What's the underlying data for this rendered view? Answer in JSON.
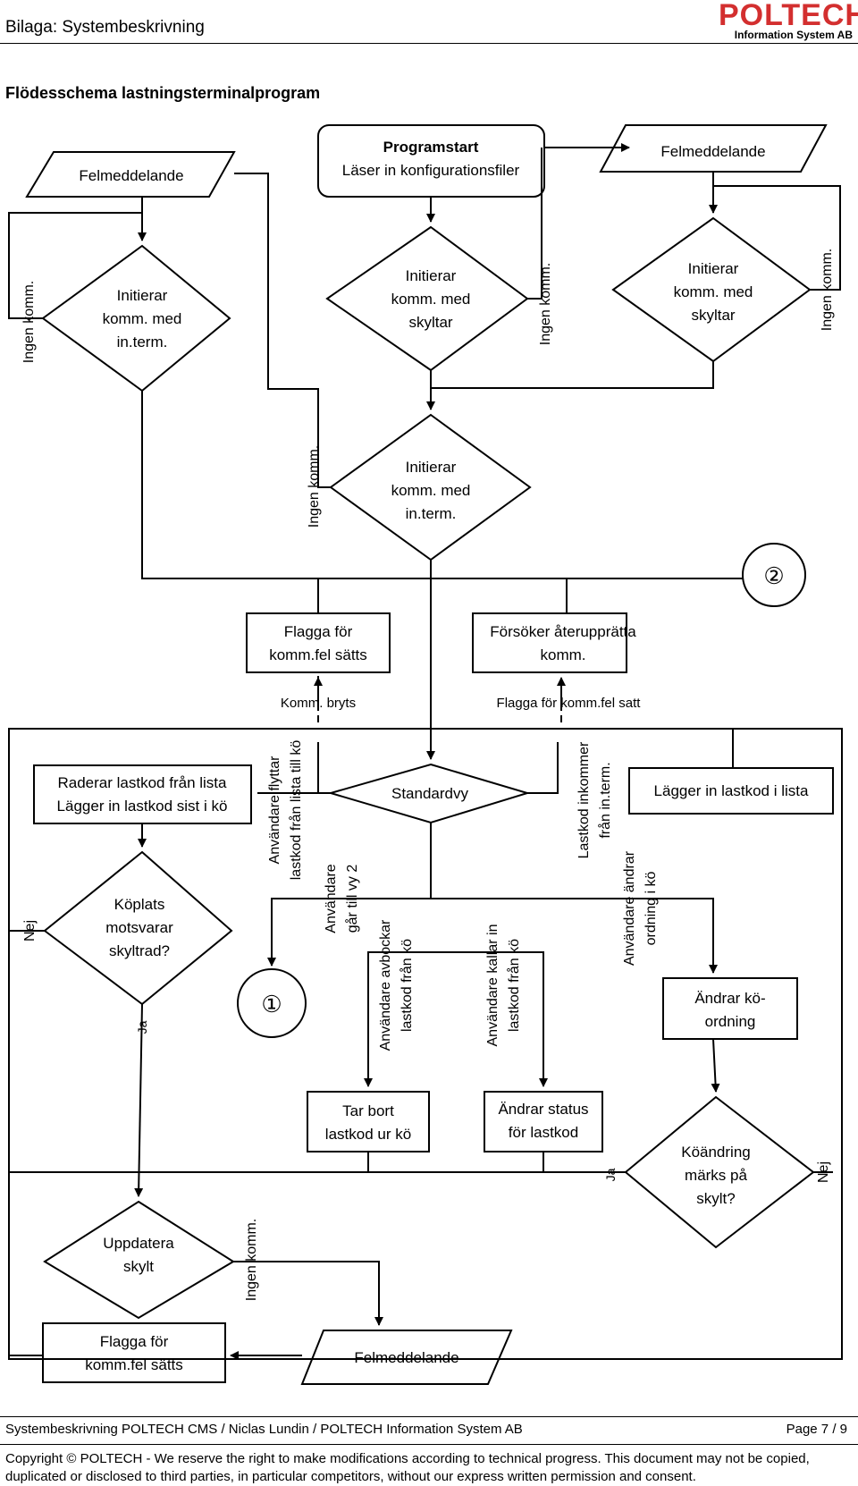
{
  "header": {
    "left": "Bilaga: Systembeskrivning",
    "logo_word": "POLTECH",
    "logo_sub": "Information System AB"
  },
  "title": "Flödesschema lastningsterminalprogram",
  "nodes": {
    "start_title": "Programstart",
    "start_text": "Läser in konfigurationsfiler",
    "err_left": "Felmeddelande",
    "err_right": "Felmeddelande",
    "err_bottom": "Felmeddelande",
    "d_left_l1": "Initierar",
    "d_left_l2": "komm. med",
    "d_left_l3": "in.term.",
    "d_center_l1": "Initierar",
    "d_center_l2": "komm. med",
    "d_center_l3": "skyltar",
    "d_right_l1": "Initierar",
    "d_right_l2": "komm. med",
    "d_right_l3": "skyltar",
    "d_mid_l1": "Initierar",
    "d_mid_l2": "komm. med",
    "d_mid_l3": "in.term.",
    "circle2": "②",
    "circle1": "①",
    "flag_l1": "Flagga för",
    "flag_l2": "komm.fel sätts",
    "retry_l1": "Försöker återupprätta",
    "retry_l2": "komm.",
    "standardvy": "Standardvy",
    "raderar_l1": "Raderar lastkod från lista",
    "raderar_l2": "Lägger in lastkod sist i kö",
    "lagger": "Lägger in lastkod i lista",
    "koplats_l1": "Köplats",
    "koplats_l2": "motsvarar",
    "koplats_l3": "skyltrad?",
    "andrar_ko_l1": "Ändrar kö-",
    "andrar_ko_l2": "ordning",
    "tarbort_l1": "Tar bort",
    "tarbort_l2": "lastkod ur kö",
    "andrar_status_l1": "Ändrar status",
    "andrar_status_l2": "för lastkod",
    "koandring_l1": "Köändring",
    "koandring_l2": "märks på",
    "koandring_l3": "skylt?",
    "uppdatera_l1": "Uppdatera",
    "uppdatera_l2": "skylt",
    "flag_bottom_l1": "Flagga för",
    "flag_bottom_l2": "komm.fel sätts"
  },
  "labels": {
    "ingen_komm": "Ingen komm.",
    "komm_bryts": "Komm. bryts",
    "flagga_satt": "Flagga för komm.fel satt",
    "flyttar_l1": "Användare flyttar",
    "flyttar_l2": "lastkod från lista till kö",
    "vy2_l1": "Användare",
    "vy2_l2": "går till vy 2",
    "avbockar_l1": "Användare avbockar",
    "avbockar_l2": "lastkod från kö",
    "kallar_l1": "Användare kallar in",
    "kallar_l2": "lastkod från kö",
    "inkommer_l1": "Lastkod  inkommer",
    "inkommer_l2": "från in.term.",
    "andrar_ordning_l1": "Användare ändrar",
    "andrar_ordning_l2": "ordning i kö",
    "nej": "Nej",
    "ja": "Ja"
  },
  "footer": {
    "left": "Systembeskrivning POLTECH CMS / Niclas Lundin / POLTECH Information System AB",
    "right": "Page 7 / 9",
    "copyright": "Copyright © POLTECH - We reserve the right to make modifications according to technical progress. This document may not be copied, duplicated or disclosed to third parties, in particular competitors, without our express written permission and consent."
  }
}
